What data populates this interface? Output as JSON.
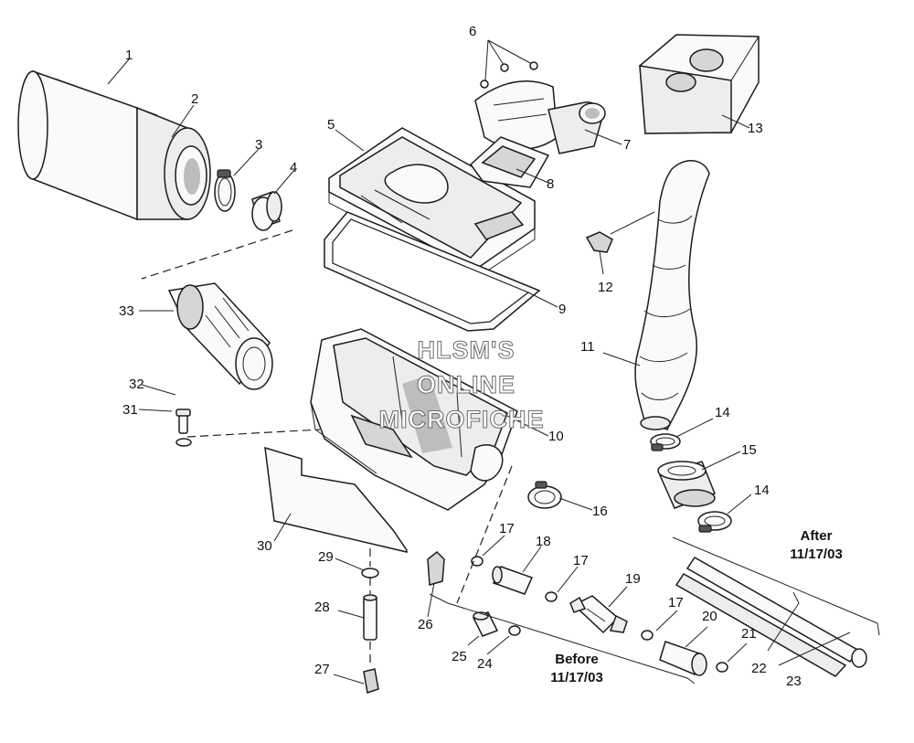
{
  "callouts": [
    {
      "id": "1",
      "text": "1"
    },
    {
      "id": "2",
      "text": "2"
    },
    {
      "id": "3",
      "text": "3"
    },
    {
      "id": "4",
      "text": "4"
    },
    {
      "id": "5",
      "text": "5"
    },
    {
      "id": "6",
      "text": "6"
    },
    {
      "id": "7",
      "text": "7"
    },
    {
      "id": "8",
      "text": "8"
    },
    {
      "id": "9",
      "text": "9"
    },
    {
      "id": "10",
      "text": "10"
    },
    {
      "id": "11",
      "text": "11"
    },
    {
      "id": "12",
      "text": "12"
    },
    {
      "id": "13",
      "text": "13"
    },
    {
      "id": "14a",
      "text": "14"
    },
    {
      "id": "14b",
      "text": "14"
    },
    {
      "id": "15",
      "text": "15"
    },
    {
      "id": "16",
      "text": "16"
    },
    {
      "id": "17a",
      "text": "17"
    },
    {
      "id": "17b",
      "text": "17"
    },
    {
      "id": "17c",
      "text": "17"
    },
    {
      "id": "18",
      "text": "18"
    },
    {
      "id": "19",
      "text": "19"
    },
    {
      "id": "20",
      "text": "20"
    },
    {
      "id": "21",
      "text": "21"
    },
    {
      "id": "22",
      "text": "22"
    },
    {
      "id": "23",
      "text": "23"
    },
    {
      "id": "24",
      "text": "24"
    },
    {
      "id": "25",
      "text": "25"
    },
    {
      "id": "26",
      "text": "26"
    },
    {
      "id": "27",
      "text": "27"
    },
    {
      "id": "28",
      "text": "28"
    },
    {
      "id": "29",
      "text": "29"
    },
    {
      "id": "30",
      "text": "30"
    },
    {
      "id": "31",
      "text": "31"
    },
    {
      "id": "32",
      "text": "32"
    },
    {
      "id": "33",
      "text": "33"
    }
  ],
  "notes": {
    "after": {
      "line1": "After",
      "line2": "11/17/03"
    },
    "before": {
      "line1": "Before",
      "line2": "11/17/03"
    }
  },
  "watermark": {
    "line1": "HLSM'S",
    "line2": "ONLINE",
    "line3": "MICROFICHE"
  }
}
